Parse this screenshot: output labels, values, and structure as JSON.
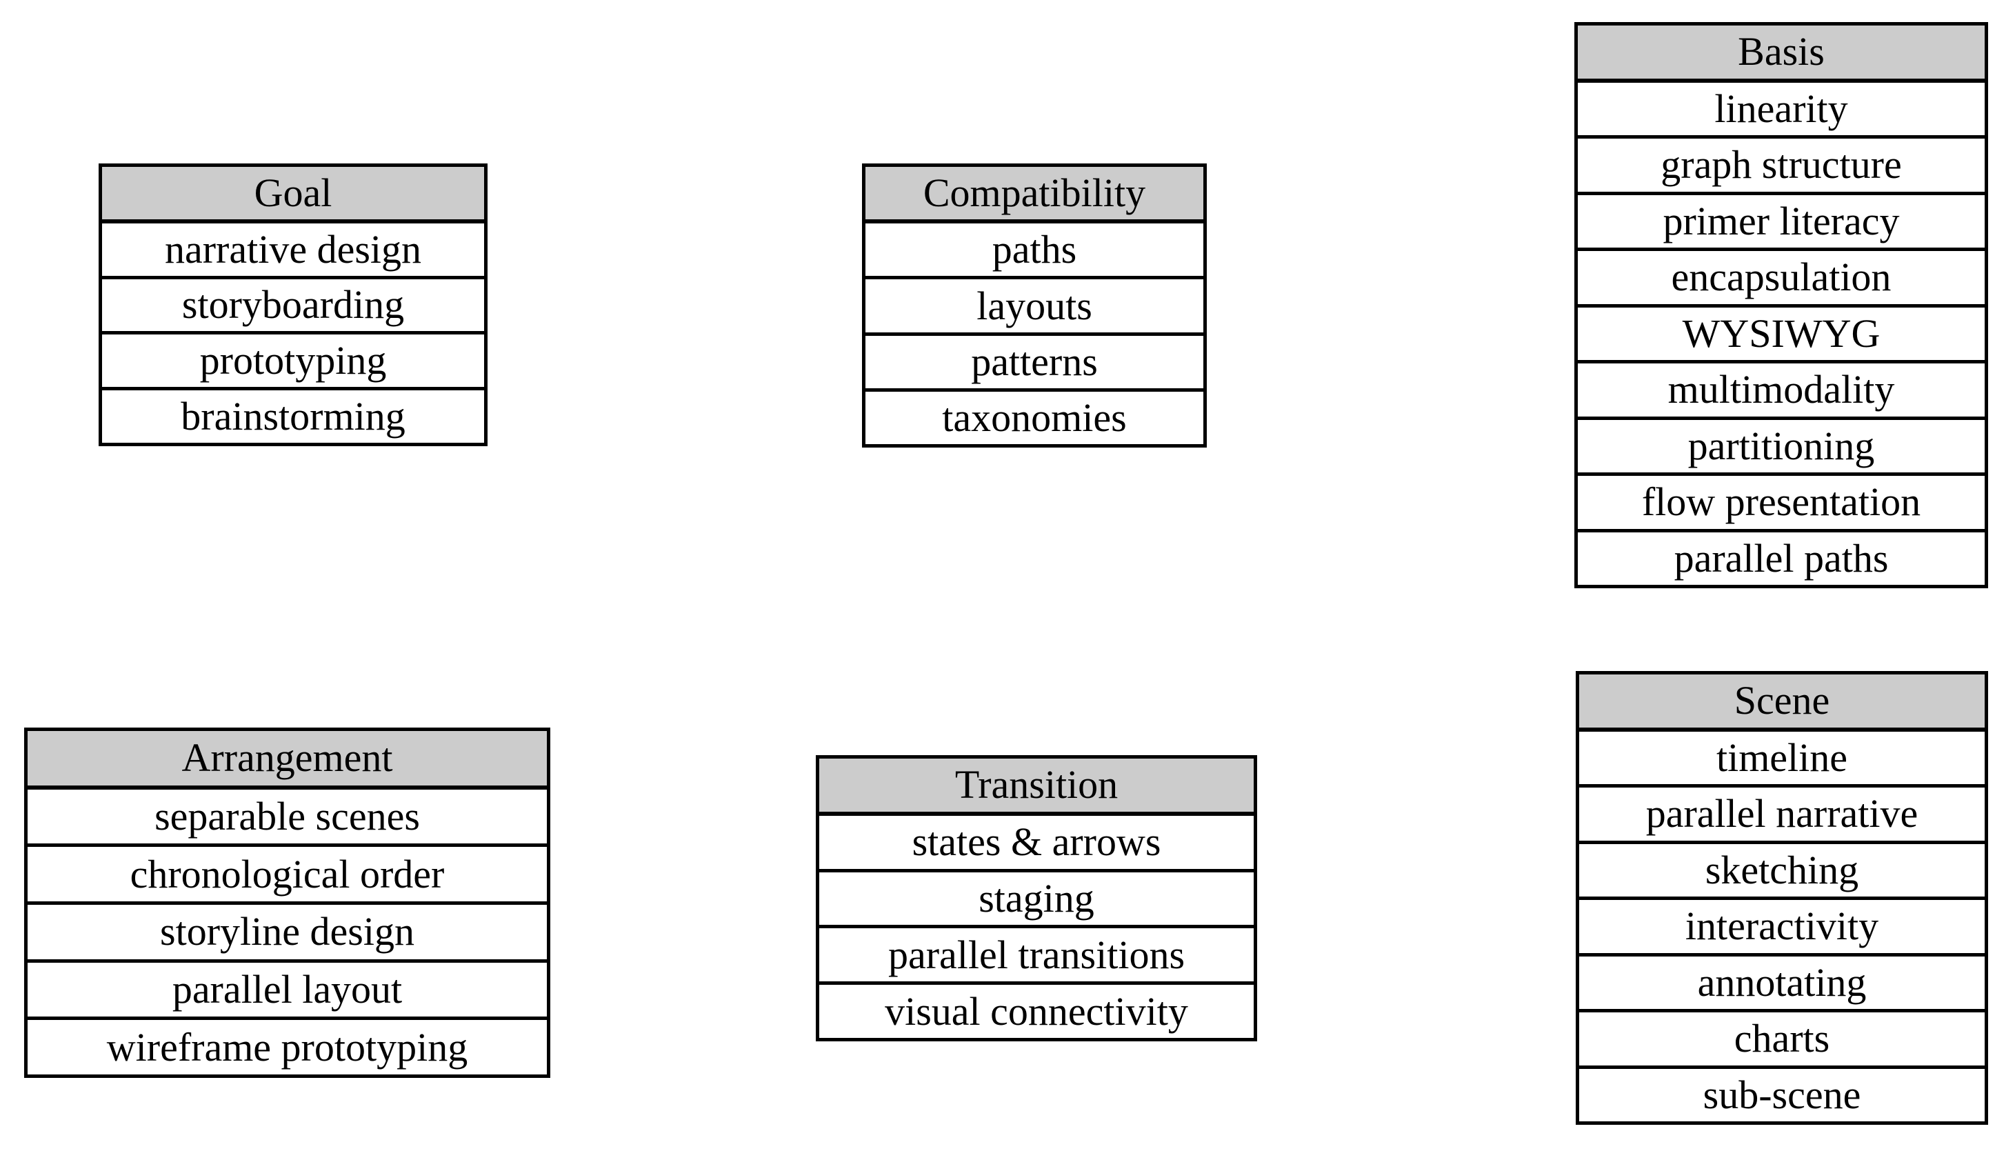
{
  "colors": {
    "header_bg": "#cccccc",
    "row_bg": "#ffffff",
    "border": "#000000",
    "page_bg": "#ffffff",
    "text": "#000000"
  },
  "tables": [
    {
      "header": "Goal",
      "rows": [
        "narrative design",
        "storyboarding",
        "prototyping",
        "brainstorming"
      ]
    },
    {
      "header": "Compatibility",
      "rows": [
        "paths",
        "layouts",
        "patterns",
        "taxonomies"
      ]
    },
    {
      "header": "Basis",
      "rows": [
        "linearity",
        "graph structure",
        "primer literacy",
        "encapsulation",
        "WYSIWYG",
        "multimodality",
        "partitioning",
        "flow presentation",
        "parallel paths"
      ]
    },
    {
      "header": "Arrangement",
      "rows": [
        "separable scenes",
        "chronological order",
        "storyline design",
        "parallel layout",
        "wireframe prototyping"
      ]
    },
    {
      "header": "Transition",
      "rows": [
        "states & arrows",
        "staging",
        "parallel transitions",
        "visual connectivity"
      ]
    },
    {
      "header": "Scene",
      "rows": [
        "timeline",
        "parallel narrative",
        "sketching",
        "interactivity",
        "annotating",
        "charts",
        "sub-scene"
      ]
    }
  ]
}
